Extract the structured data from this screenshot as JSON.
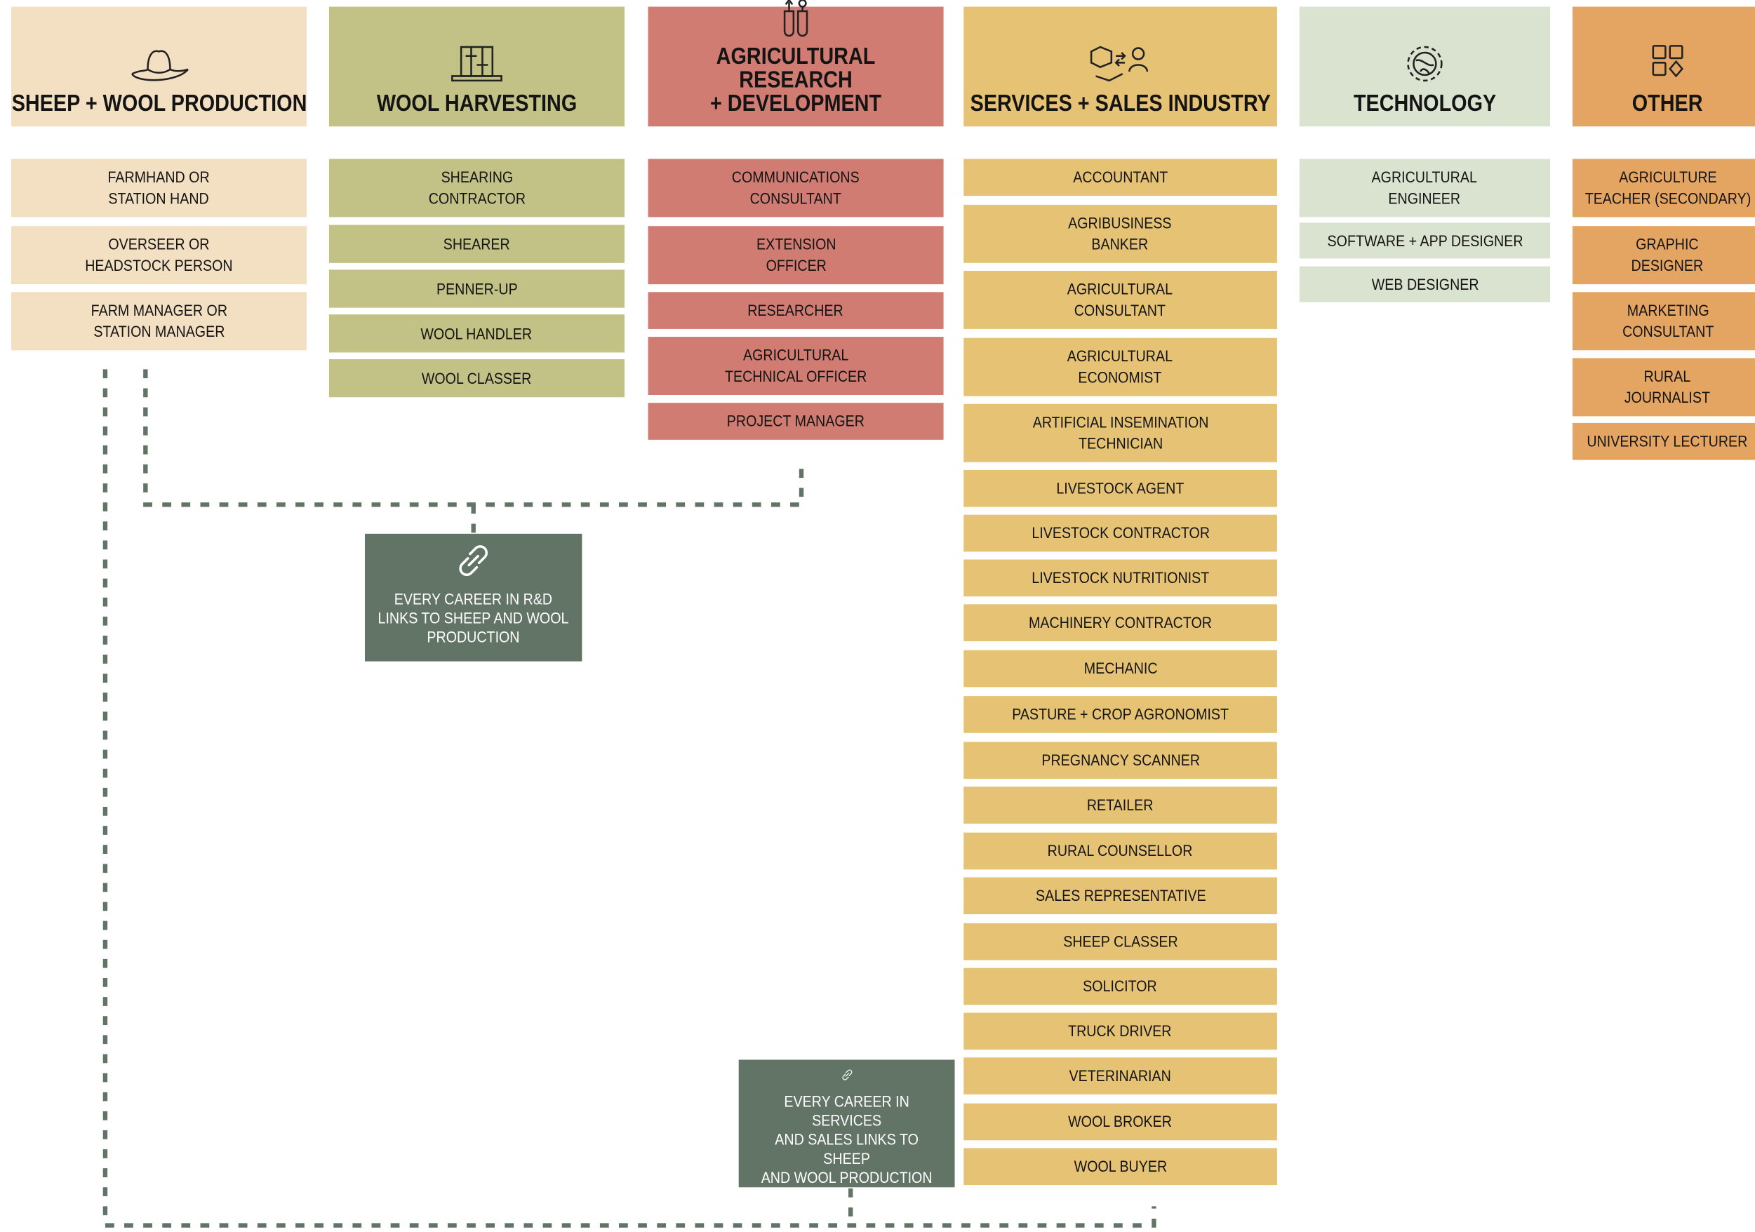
{
  "colors": {
    "sheep_wool": "#f3dfc1",
    "wool_harvesting": "#c2c286",
    "research": "#d07c73",
    "services": "#e6c274",
    "technology": "#d9e3cf",
    "other": "#e4a563",
    "callout": "#627466",
    "connector": "#627466"
  },
  "columns": [
    {
      "title": "SHEEP + WOOL PRODUCTION",
      "icon": "cowboy-hat-icon",
      "items": [
        "FARMHAND OR\nSTATION HAND",
        "OVERSEER OR\nHEADSTOCK PERSON",
        "FARM MANAGER OR\nSTATION MANAGER"
      ]
    },
    {
      "title": "WOOL HARVESTING",
      "icon": "wool-bale-icon",
      "items": [
        "SHEARING\nCONTRACTOR",
        "SHEARER",
        "PENNER-UP",
        "WOOL HANDLER",
        "WOOL CLASSER"
      ]
    },
    {
      "title": "AGRICULTURAL RESEARCH\n+ DEVELOPMENT",
      "icon": "test-tubes-icon",
      "items": [
        "COMMUNICATIONS\nCONSULTANT",
        "EXTENSION\nOFFICER",
        "RESEARCHER",
        "AGRICULTURAL\nTECHNICAL OFFICER",
        "PROJECT MANAGER"
      ]
    },
    {
      "title": "SERVICES + SALES INDUSTRY",
      "icon": "exchange-service-icon",
      "items": [
        "ACCOUNTANT",
        "AGRIBUSINESS\nBANKER",
        "AGRICULTURAL\nCONSULTANT",
        "AGRICULTURAL\nECONOMIST",
        "ARTIFICIAL INSEMINATION\nTECHNICIAN",
        "LIVESTOCK AGENT",
        "LIVESTOCK CONTRACTOR",
        "LIVESTOCK NUTRITIONIST",
        "MACHINERY CONTRACTOR",
        "MECHANIC",
        "PASTURE + CROP AGRONOMIST",
        "PREGNANCY SCANNER",
        "RETAILER",
        "RURAL COUNSELLOR",
        "SALES REPRESENTATIVE",
        "SHEEP CLASSER",
        "SOLICITOR",
        "TRUCK DRIVER",
        "VETERINARIAN",
        "WOOL BROKER",
        "WOOL BUYER"
      ]
    },
    {
      "title": "TECHNOLOGY",
      "icon": "gear-globe-icon",
      "items": [
        "AGRICULTURAL\nENGINEER",
        "SOFTWARE + APP DESIGNER",
        "WEB DESIGNER"
      ]
    },
    {
      "title": "OTHER",
      "icon": "shapes-grid-icon",
      "items": [
        "AGRICULTURE\nTEACHER (SECONDARY)",
        "GRAPHIC\nDESIGNER",
        "MARKETING\nCONSULTANT",
        "RURAL\nJOURNALIST",
        "UNIVERSITY LECTURER"
      ]
    }
  ],
  "callouts": [
    {
      "text": "EVERY CAREER IN R&D\nLINKS TO SHEEP AND WOOL\nPRODUCTION",
      "icon": "link-icon"
    },
    {
      "text": "EVERY CAREER IN SERVICES\nAND SALES LINKS TO SHEEP\nAND WOOL PRODUCTION",
      "icon": "link-icon"
    }
  ]
}
